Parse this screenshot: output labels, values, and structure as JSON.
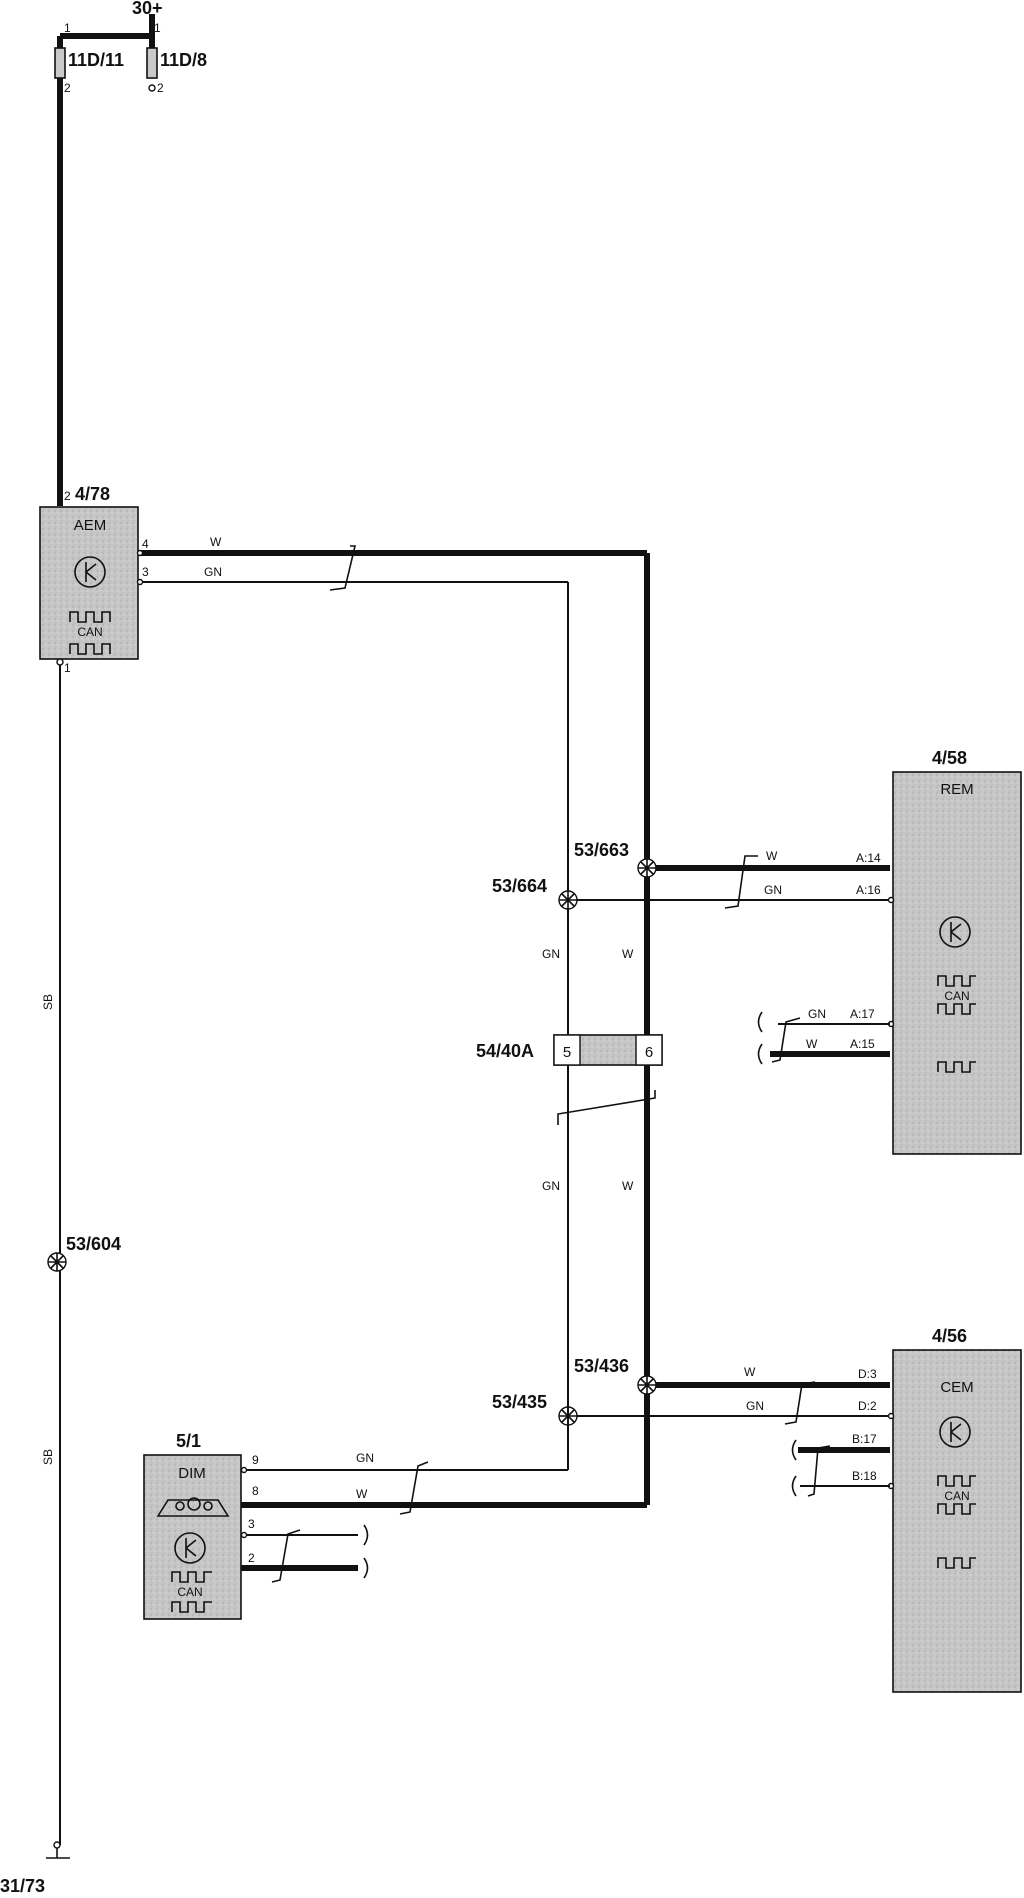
{
  "fuses": {
    "supply": "30+",
    "f1": {
      "id": "11D/11",
      "pin_top": "1",
      "pin_bottom": "2"
    },
    "f2": {
      "id": "11D/8",
      "pin_top": "1",
      "pin_bottom": "2"
    }
  },
  "aem": {
    "id": "4/78",
    "name": "AEM",
    "can": "CAN",
    "pins": {
      "supply": "2",
      "w": "4",
      "gn": "3",
      "ground": "1"
    }
  },
  "rem": {
    "id": "4/58",
    "name": "REM",
    "can": "CAN",
    "pins": {
      "a14": "A:14",
      "a16": "A:16",
      "a17": "A:17",
      "a15": "A:15"
    }
  },
  "cem": {
    "id": "4/56",
    "name": "CEM",
    "can": "CAN",
    "pins": {
      "d3": "D:3",
      "d2": "D:2",
      "b17": "B:17",
      "b18": "B:18"
    }
  },
  "dim": {
    "id": "5/1",
    "name": "DIM",
    "can": "CAN",
    "pins": {
      "p9": "9",
      "p8": "8",
      "p3": "3",
      "p2": "2"
    }
  },
  "connector": {
    "id": "54/40A",
    "pin_gn": "5",
    "pin_w": "6"
  },
  "splices": {
    "s663": "53/663",
    "s664": "53/664",
    "s436": "53/436",
    "s435": "53/435",
    "s604": "53/604"
  },
  "ground": "31/73",
  "wire_colors": {
    "white": "W",
    "green": "GN",
    "black": "SB"
  }
}
